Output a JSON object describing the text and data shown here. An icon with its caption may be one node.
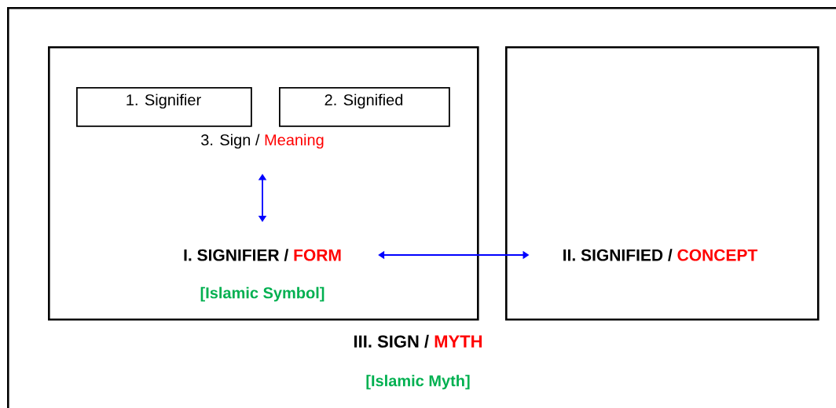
{
  "diagram": {
    "nodes": [
      {
        "text": [
          "III. SIGN /",
          "MYTH",
          "[Islamic Myth]"
        ]
      },
      {
        "text": [],
        "shape": "box",
        "in": 0
      },
      {
        "text": [
          "1. Signifier"
        ],
        "in": 1
      },
      {
        "text": [
          "2. Signified"
        ],
        "in": 1
      },
      {
        "text": [
          "3. Sign /",
          "Meaning"
        ],
        "in": 1
      },
      {
        "text": [
          "I. SIGNIFIER /",
          "FORM"
        ],
        "beside": [
          "[Islamic Symbol]"
        ],
        "in": 1
      },
      {
        "text": [],
        "shape": "box",
        "in": 0
      },
      {
        "text": [
          "II. SIGNIFIED /",
          "CONCEPT"
        ],
        "in": 6
      }
    ],
    "edges": [
      {
        "from": 4,
        "to": 5,
        "arrow": "both"
      },
      {
        "from": 5,
        "to": 7,
        "arrow": "both"
      }
    ]
  }
}
